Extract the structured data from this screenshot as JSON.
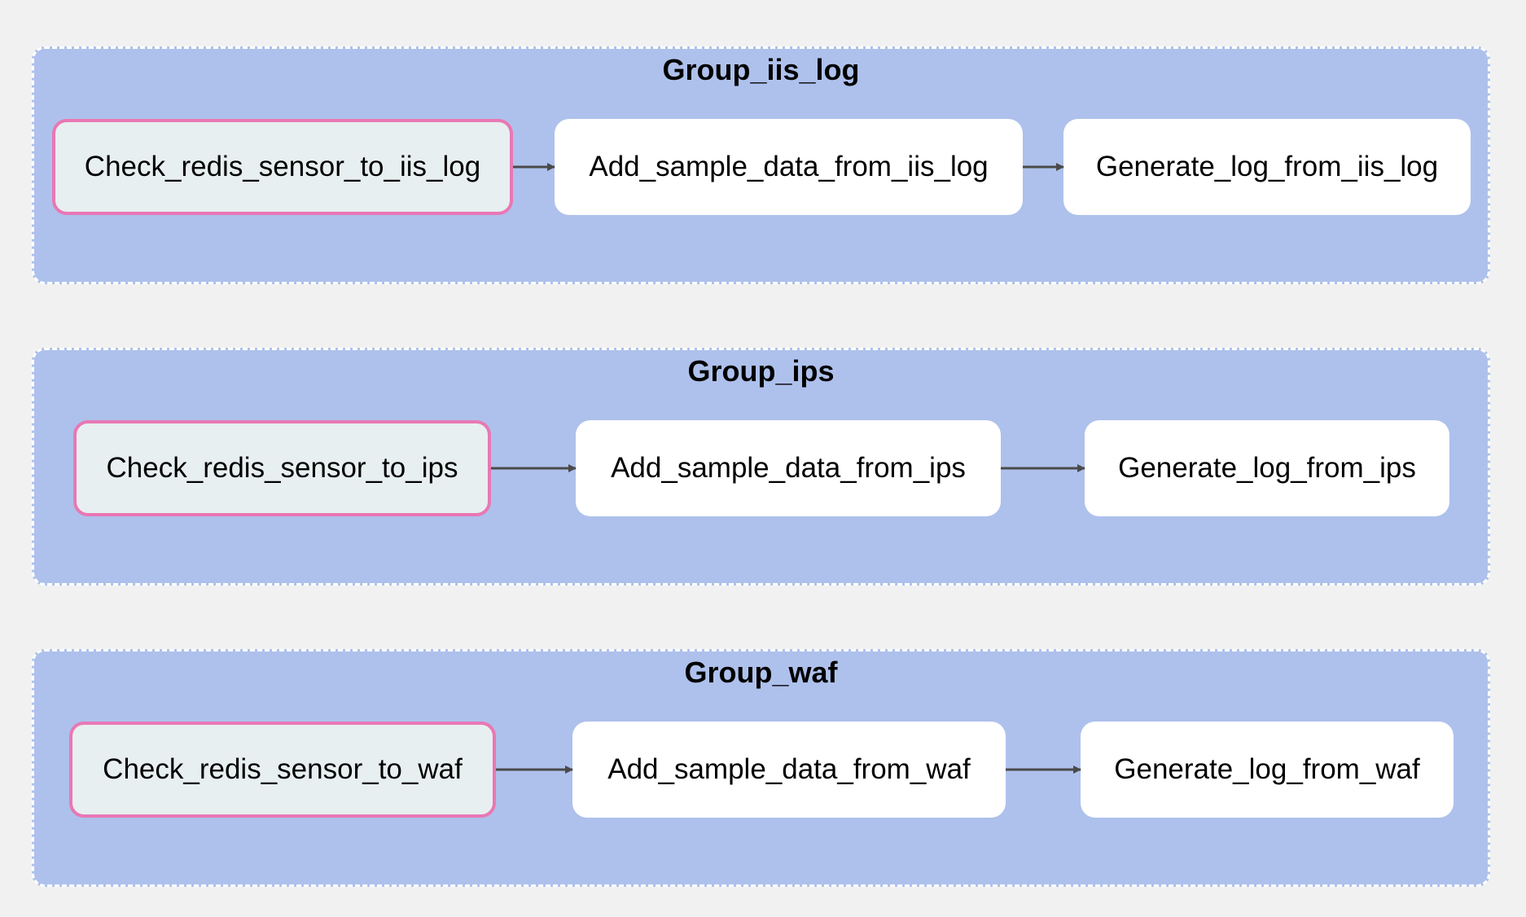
{
  "colors": {
    "background": "#f1f1f1",
    "group_fill": "#aec1ec",
    "group_border": "#ffffff",
    "sensor_fill": "#e8eff0",
    "sensor_border": "#e878b4",
    "task_fill": "#ffffff",
    "edge": "#4a4a4a"
  },
  "groups": [
    {
      "title": "Group_iis_log",
      "nodes": [
        {
          "label": "Check_redis_sensor_to_iis_log",
          "kind": "sensor"
        },
        {
          "label": "Add_sample_data_from_iis_log",
          "kind": "task"
        },
        {
          "label": "Generate_log_from_iis_log",
          "kind": "task"
        }
      ],
      "edges": [
        [
          0,
          1
        ],
        [
          1,
          2
        ]
      ]
    },
    {
      "title": "Group_ips",
      "nodes": [
        {
          "label": "Check_redis_sensor_to_ips",
          "kind": "sensor"
        },
        {
          "label": "Add_sample_data_from_ips",
          "kind": "task"
        },
        {
          "label": "Generate_log_from_ips",
          "kind": "task"
        }
      ],
      "edges": [
        [
          0,
          1
        ],
        [
          1,
          2
        ]
      ]
    },
    {
      "title": "Group_waf",
      "nodes": [
        {
          "label": "Check_redis_sensor_to_waf",
          "kind": "sensor"
        },
        {
          "label": "Add_sample_data_from_waf",
          "kind": "task"
        },
        {
          "label": "Generate_log_from_waf",
          "kind": "task"
        }
      ],
      "edges": [
        [
          0,
          1
        ],
        [
          1,
          2
        ]
      ]
    }
  ]
}
